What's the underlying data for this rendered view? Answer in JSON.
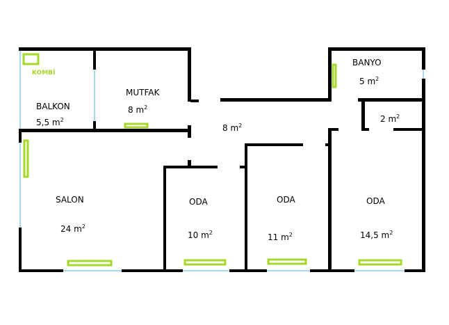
{
  "colors": {
    "wall": "#000000",
    "window": "#a9d9ea",
    "radiator": "#a6d82a",
    "background": "#ffffff"
  },
  "kombi": {
    "label": "KOMBİ"
  },
  "rooms": {
    "balkon": {
      "name": "BALKON",
      "area": "5,5 m",
      "unit_sup": "2"
    },
    "mutfak": {
      "name": "MUTFAK",
      "area": "8 m",
      "unit_sup": "2"
    },
    "hall": {
      "name": "",
      "area": "8 m",
      "unit_sup": "2"
    },
    "banyo": {
      "name": "BANYO",
      "area": "5 m",
      "unit_sup": "2"
    },
    "wc": {
      "name": "",
      "area": "2 m",
      "unit_sup": "2"
    },
    "salon": {
      "name": "SALON",
      "area": "24 m",
      "unit_sup": "2"
    },
    "oda1": {
      "name": "ODA",
      "area": "10 m",
      "unit_sup": "2"
    },
    "oda2": {
      "name": "ODA",
      "area": "11 m",
      "unit_sup": "2"
    },
    "oda3": {
      "name": "ODA",
      "area": "14,5 m",
      "unit_sup": "2"
    }
  }
}
